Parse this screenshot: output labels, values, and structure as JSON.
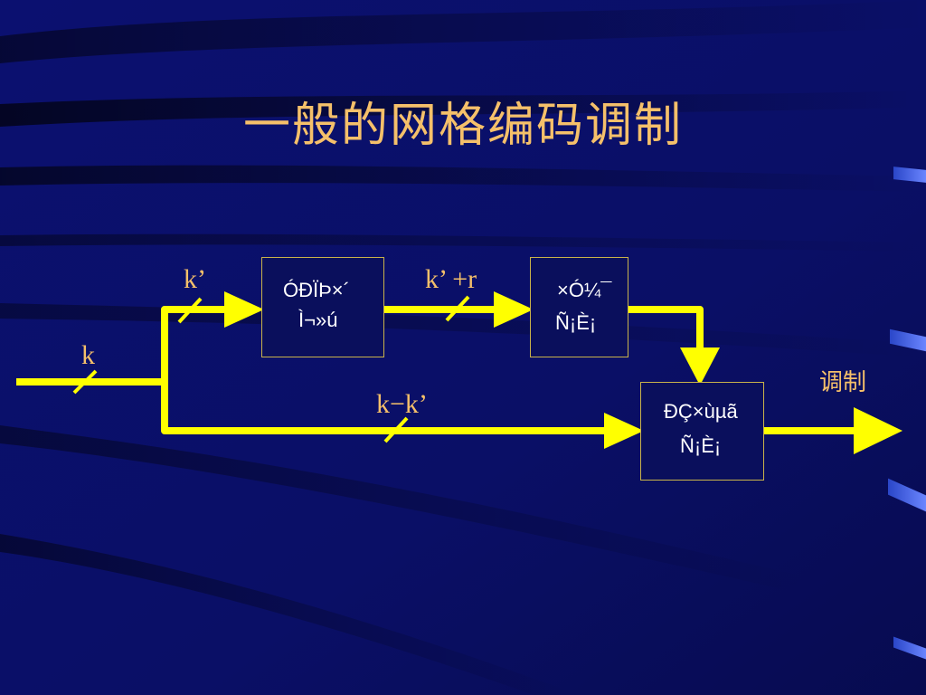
{
  "slide": {
    "title": "一般的网格编码调制",
    "colors": {
      "background": "#0a0f6e",
      "signal_line": "#ffff00",
      "title_text": "#f5c06a",
      "box_border": "#c9b34a",
      "box_text": "#ffffff"
    }
  },
  "diagram": {
    "blocks": [
      {
        "id": "encoder",
        "lines": [
          "ÓÐÏÞ×´",
          "Ì¬»ú"
        ]
      },
      {
        "id": "subset_select",
        "lines": [
          "×Ó¼¯",
          "Ñ¡È¡"
        ]
      },
      {
        "id": "signal_select",
        "lines": [
          "ÐÇ×ùµã",
          "Ñ¡È¡"
        ]
      }
    ],
    "labels": {
      "input": "k",
      "upper_branch": "k’",
      "coded_output": "k’ +r",
      "lower_branch": "k−k’",
      "output": "调制"
    }
  }
}
